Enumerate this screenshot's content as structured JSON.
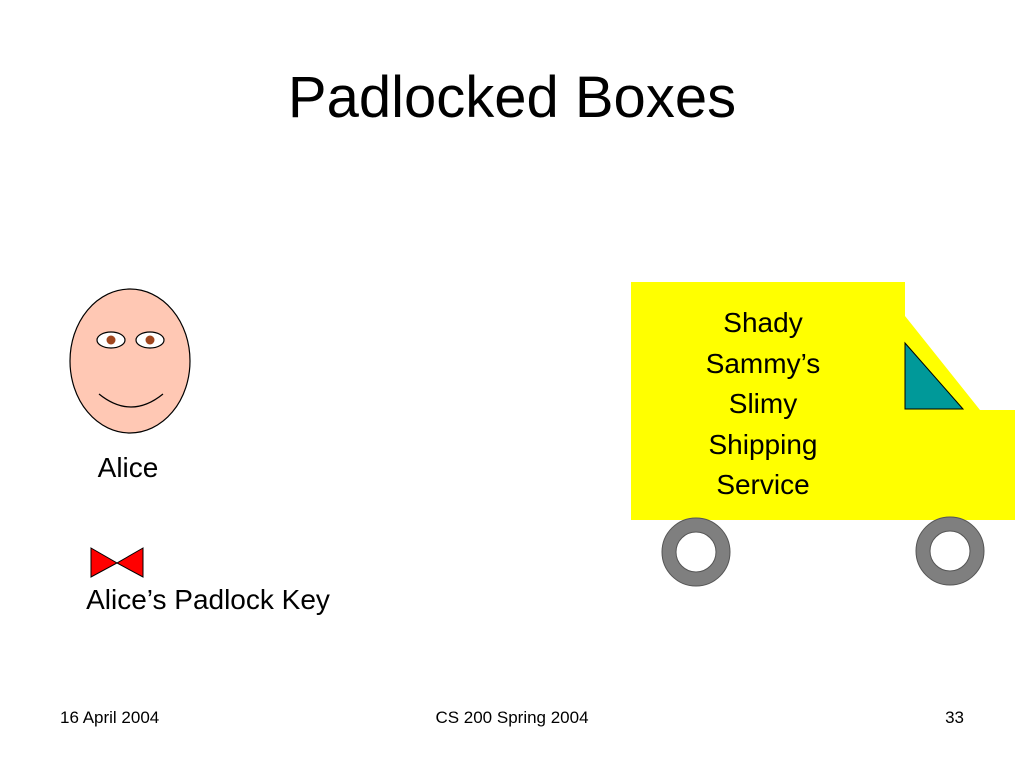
{
  "slide": {
    "title": "Padlocked Boxes"
  },
  "alice": {
    "name_label": "Alice",
    "key_label": "Alice’s Padlock Key"
  },
  "truck": {
    "lines": [
      "Shady",
      "Sammy’s",
      "Slimy",
      "Shipping",
      "Service"
    ]
  },
  "footer": {
    "date": "16 April 2004",
    "course": "CS 200 Spring 2004",
    "page_number": "33"
  },
  "colors": {
    "face": "#ffc8b4",
    "eye_iris": "#a0461e",
    "key_bow": "#ff0000",
    "truck_body": "#ffff00",
    "truck_window": "#009999",
    "wheel": "#7f7f7f"
  }
}
